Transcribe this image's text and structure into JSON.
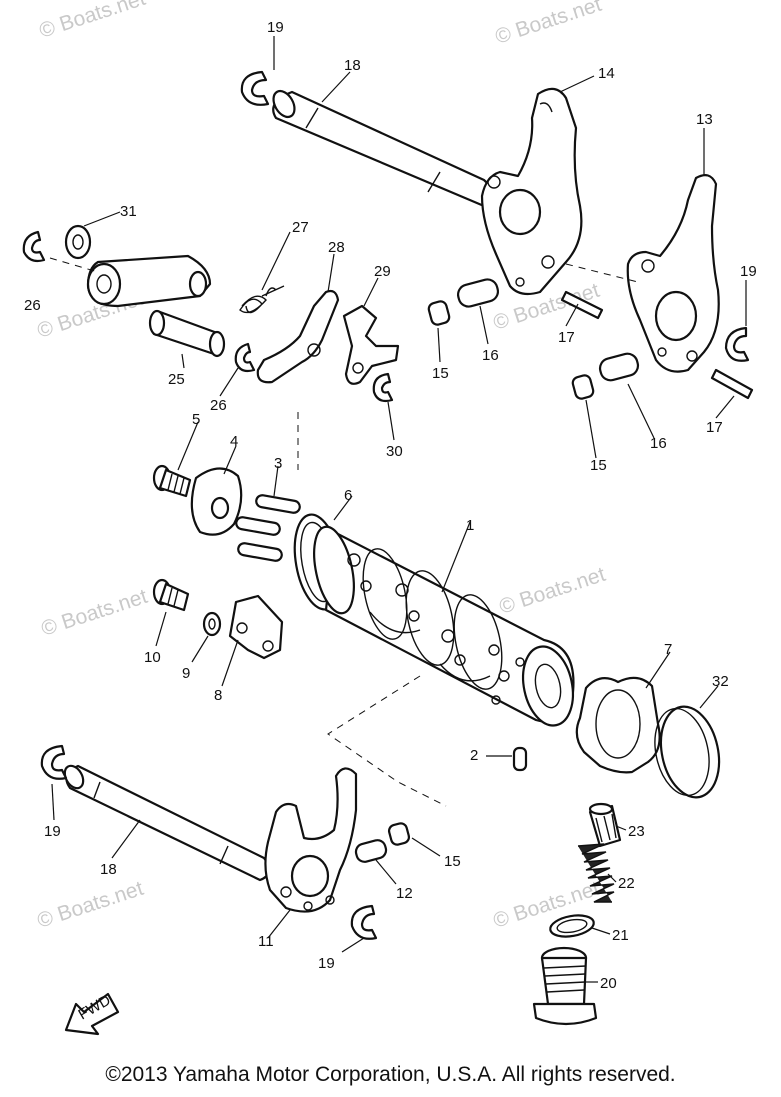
{
  "watermark": "© Boats.net",
  "callouts": [
    "1",
    "2",
    "3",
    "4",
    "5",
    "6",
    "7",
    "8",
    "9",
    "10",
    "11",
    "12",
    "13",
    "14",
    "15",
    "16",
    "17",
    "18",
    "19",
    "20",
    "21",
    "22",
    "23",
    "25",
    "26",
    "27",
    "28",
    "29",
    "30",
    "31",
    "32"
  ],
  "fwd_label": "FWD",
  "copyright": "©2013 Yamaha Motor Corporation, U.S.A. All rights reserved."
}
